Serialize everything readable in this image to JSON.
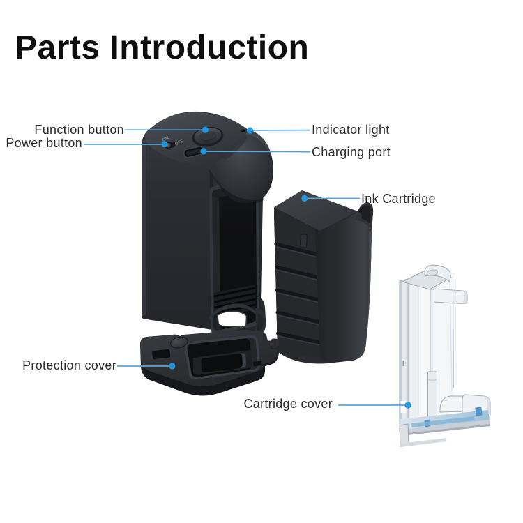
{
  "page": {
    "title": "Parts Introduction",
    "background_color": "#ffffff"
  },
  "colors": {
    "callout_line": "#56a6dc",
    "callout_dot": "#2196dc",
    "label_text": "#2d2d2d",
    "title_text": "#0e0e0e",
    "device_body": "#2c2e32",
    "cartridge_cover_tint": "#9cc0da"
  },
  "labels": {
    "function_button": "Function button",
    "power_button": "Power button",
    "indicator_light": "Indicator light",
    "charging_port": "Charging port",
    "ink_cartridge": "Ink Cartridge",
    "protection_cover": "Protection cover",
    "cartridge_cover": "Cartridge cover"
  },
  "device_markings": {
    "power_on": "ON",
    "power_off": "OFF"
  }
}
